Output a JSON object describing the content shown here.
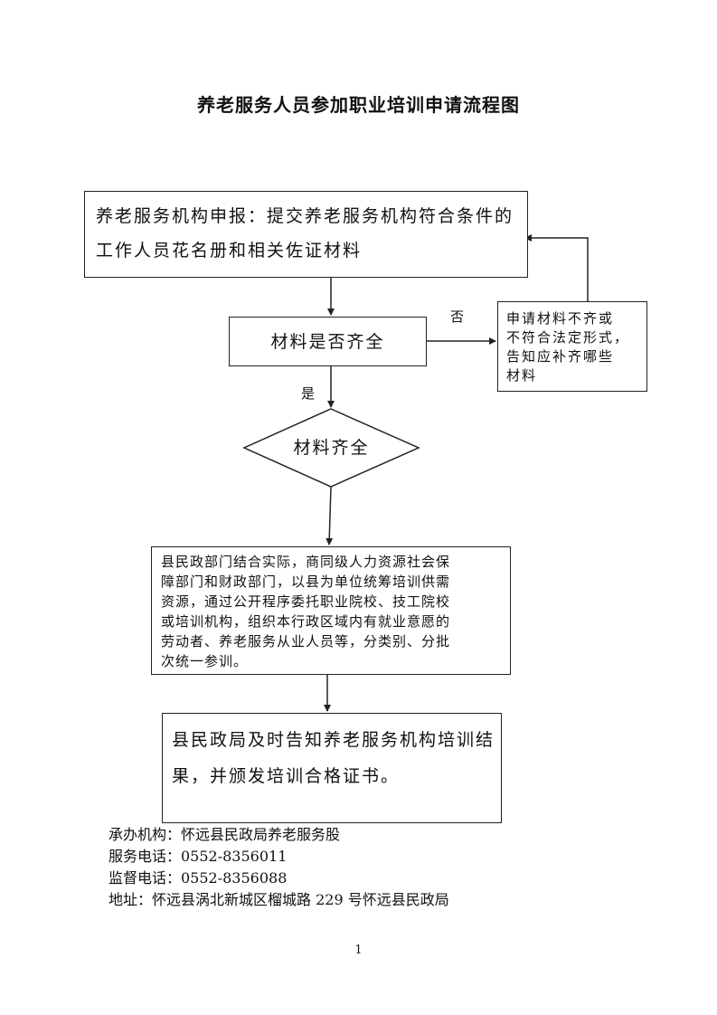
{
  "title": "养老服务人员参加职业培训申请流程图",
  "nodes": {
    "declare": {
      "line1": "养老服务机构申报：提交养老服务机构符合条件的",
      "line2": "工作人员花名册和相关佐证材料"
    },
    "check": "材料是否齐全",
    "incomplete": {
      "line1": "申请材料不齐或",
      "line2": "不符合法定形式，",
      "line3": "告知应补齐哪些",
      "line4": "材料"
    },
    "complete": "材料齐全",
    "organize": {
      "line1": "县民政部门结合实际，商同级人力资源社会保",
      "line2": "障部门和财政部门，以县为单位统筹培训供需",
      "line3": "资源，通过公开程序委托职业院校、技工院校",
      "line4": "或培训机构，组织本行政区域内有就业意愿的",
      "line5": "劳动者、养老服务从业人员等，分类别、分批",
      "line6": "次统一参训。"
    },
    "notify": {
      "line1": "县民政局及时告知养老服务机构培训结",
      "line2": "果，并颁发培训合格证书。"
    }
  },
  "edge_labels": {
    "no": "否",
    "yes": "是"
  },
  "footer": {
    "org": "承办机构：怀远县民政局养老服务股",
    "service_phone": "服务电话：0552-8356011",
    "supervise_phone": "监督电话：0552-8356088",
    "address": "地址：怀远县涡北新城区榴城路 229 号怀远县民政局"
  },
  "page_number": "1"
}
